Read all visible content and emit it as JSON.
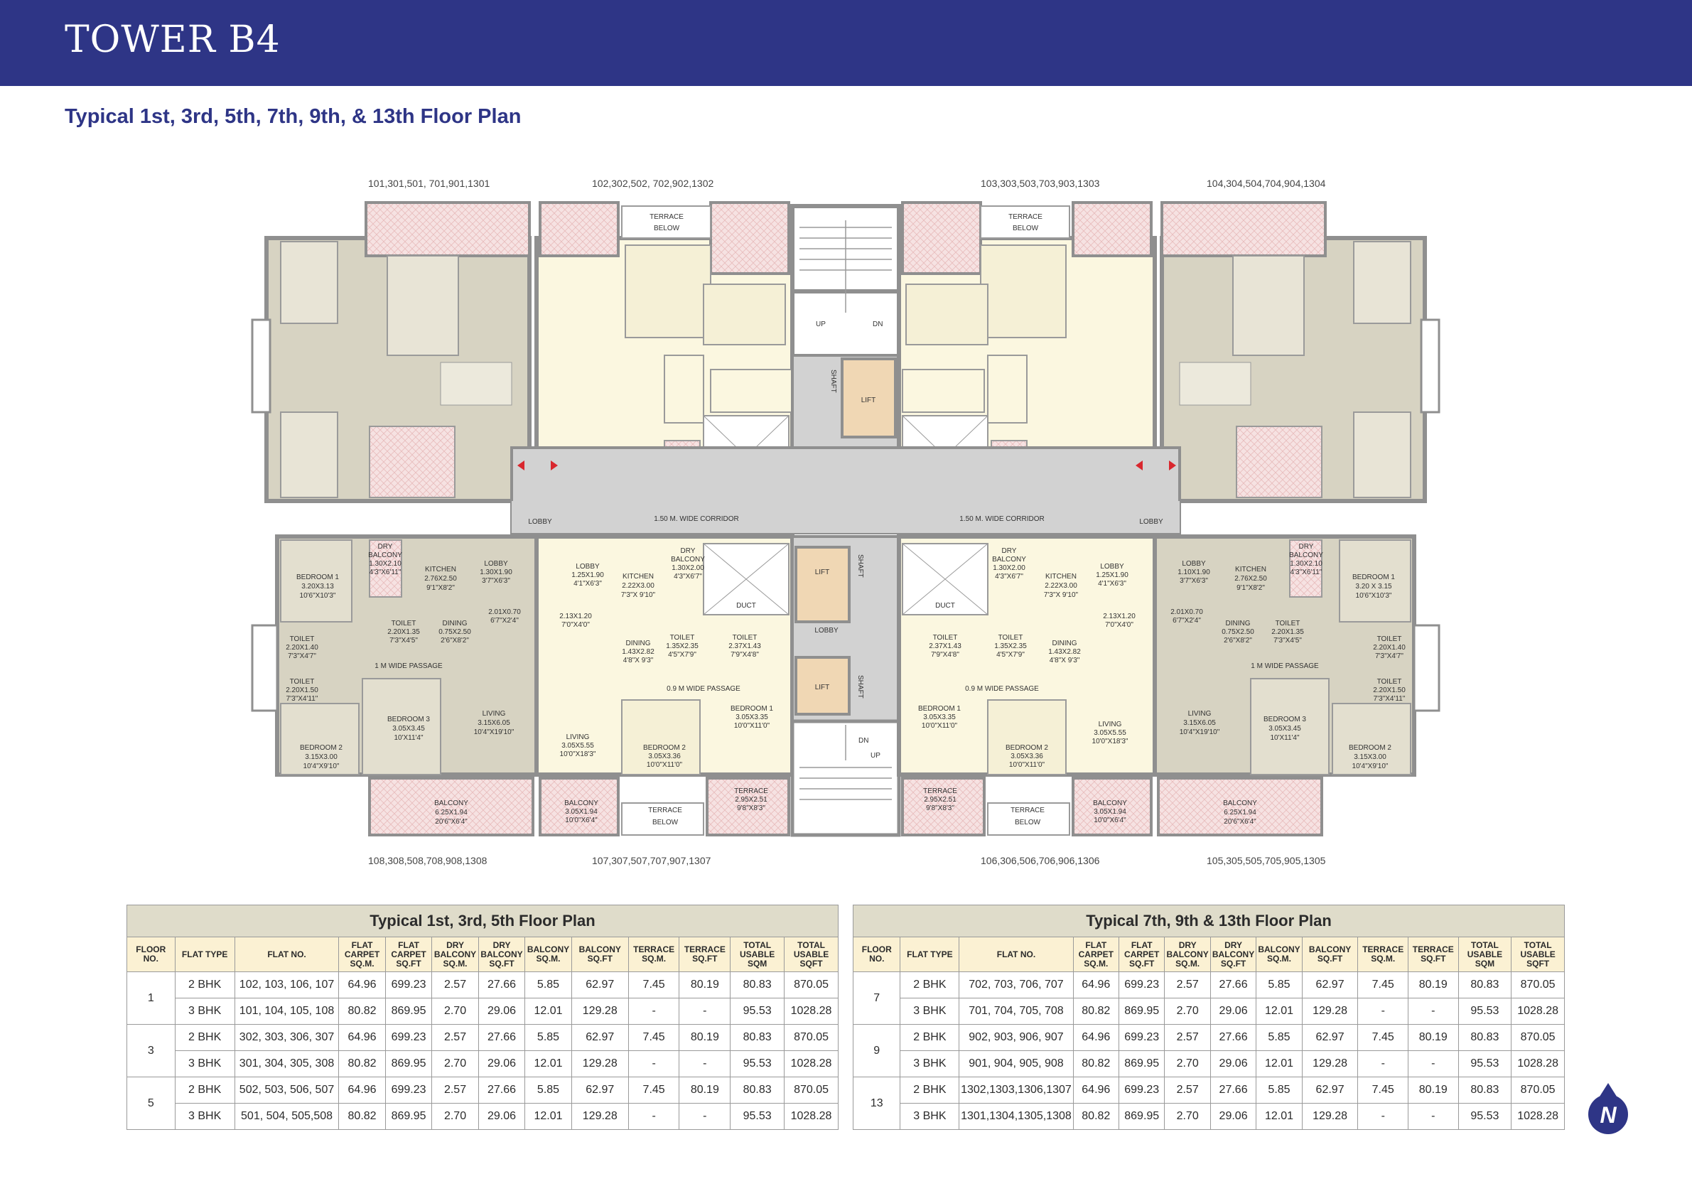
{
  "header": {
    "title": "TOWER B4"
  },
  "subtitle": "Typical 1st, 3rd, 5th, 7th, 9th, & 13th Floor Plan",
  "plan": {
    "top_flat_labels": [
      "101,301,501, 701,901,1301",
      "102,302,502, 702,902,1302",
      "103,303,503,703,903,1303",
      "104,304,504,704,904,1304"
    ],
    "bottom_flat_labels": [
      "108,308,508,708,908,1308",
      "107,307,507,707,907,1307",
      "106,306,506,706,906,1306",
      "105,305,505,705,905,1305"
    ],
    "labels": {
      "terrace_below": "TERRACE BELOW",
      "up": "UP",
      "dn": "DN",
      "lift": "LIFT",
      "shaft": "SHAFT",
      "lobby": "LOBBY",
      "duct": "DUCT",
      "corridor": "1.50 M. WIDE CORRIDOR",
      "passage_1m": "1 M WIDE PASSAGE",
      "passage_09m": "0.9 M WIDE PASSAGE",
      "dry_balcony_l": "DRY BALCONY 1.30X2.10 4'3\"X6'11\"",
      "dry_balcony_c": "DRY BALCONY 1.30X2.00 4'3\"X6'7\"",
      "kitchen_l": "KITCHEN 2.76X2.50 9'1\"X8'2\"",
      "kitchen_c": "KITCHEN 2.22X3.00 7'3\"X 9'10\"",
      "lobby_l": "LOBBY 1.10X1.90 3'7\"X6'3\"",
      "lobby_c": "LOBBY 1.25X1.90 4'1\"X6'3\"",
      "bedroom1_l": "BEDROOM 1 3.20X3.13 10'6\"X10'3\"",
      "bedroom1_r": "BEDROOM 1 3.20 X 3.15 10'6\"X10'3\"",
      "bedroom1_c": "BEDROOM 1 3.05X3.35 10'0\"X11'0\"",
      "bedroom2_l": "BEDROOM 2 3.15X3.00 10'4\"X9'10\"",
      "bedroom2_c": "BEDROOM 2 3.05X3.36 10'0\"X11'0\"",
      "bedroom3": "BEDROOM 3 3.05X3.45 10'X11'4\"",
      "toilet_a": "TOILET 2.20X1.35 7'3\"X4'5\"",
      "toilet_b": "TOILET 2.20X1.40 7'3\"X4'7\"",
      "toilet_c": "TOILET 2.20X1.50 7'3\"X4'11\"",
      "toilet_d": "TOILET 1.35X2.35 4'5\"X7'9\"",
      "toilet_e": "TOILET 2.37X1.43 7'9\"X4'8\"",
      "dining_l": "DINING 0.75X2.50 2'6\"X8'2\"",
      "dining_c": "DINING 1.43X2.82 4'8\"X 9'3\"",
      "living_l": "LIVING 3.15X6.05 10'4\"X19'10\"",
      "living_c": "LIVING 3.05X5.55 10'0\"X18'3\"",
      "balcony_l": "BALCONY 6.25X1.94 20'6\"X6'4\"",
      "balcony_c": "BALCONY 3.05X1.94 10'0\"X6'4\"",
      "terrace": "TERRACE 2.95X2.51 9'8\"X8'3\"",
      "misc_a": "2.01X0.70 6'7\"X2'4\"",
      "misc_b": "2.13X1.20 7'0\"X4'0\""
    }
  },
  "table_headers": [
    "FLOOR NO.",
    "FLAT TYPE",
    "FLAT NO.",
    "FLAT CARPET SQ.M.",
    "FLAT CARPET SQ.FT",
    "DRY BALCONY SQ.M.",
    "DRY BALCONY SQ.FT",
    "BALCONY SQ.M.",
    "BALCONY SQ.FT",
    "TERRACE SQ.M.",
    "TERRACE SQ.FT",
    "TOTAL USABLE SQM",
    "TOTAL USABLE SQFT"
  ],
  "table1": {
    "caption": "Typical 1st, 3rd, 5th  Floor Plan",
    "groups": [
      {
        "floor": "1",
        "rows": [
          [
            "2 BHK",
            "102, 103, 106, 107",
            "64.96",
            "699.23",
            "2.57",
            "27.66",
            "5.85",
            "62.97",
            "7.45",
            "80.19",
            "80.83",
            "870.05"
          ],
          [
            "3 BHK",
            "101, 104, 105, 108",
            "80.82",
            "869.95",
            "2.70",
            "29.06",
            "12.01",
            "129.28",
            "-",
            "-",
            "95.53",
            "1028.28"
          ]
        ]
      },
      {
        "floor": "3",
        "rows": [
          [
            "2 BHK",
            "302, 303, 306, 307",
            "64.96",
            "699.23",
            "2.57",
            "27.66",
            "5.85",
            "62.97",
            "7.45",
            "80.19",
            "80.83",
            "870.05"
          ],
          [
            "3 BHK",
            "301, 304, 305, 308",
            "80.82",
            "869.95",
            "2.70",
            "29.06",
            "12.01",
            "129.28",
            "-",
            "-",
            "95.53",
            "1028.28"
          ]
        ]
      },
      {
        "floor": "5",
        "rows": [
          [
            "2 BHK",
            "502, 503, 506, 507",
            "64.96",
            "699.23",
            "2.57",
            "27.66",
            "5.85",
            "62.97",
            "7.45",
            "80.19",
            "80.83",
            "870.05"
          ],
          [
            "3 BHK",
            "501, 504, 505,508",
            "80.82",
            "869.95",
            "2.70",
            "29.06",
            "12.01",
            "129.28",
            "-",
            "-",
            "95.53",
            "1028.28"
          ]
        ]
      }
    ]
  },
  "table2": {
    "caption": "Typical 7th, 9th & 13th Floor Plan",
    "groups": [
      {
        "floor": "7",
        "rows": [
          [
            "2 BHK",
            "702, 703, 706, 707",
            "64.96",
            "699.23",
            "2.57",
            "27.66",
            "5.85",
            "62.97",
            "7.45",
            "80.19",
            "80.83",
            "870.05"
          ],
          [
            "3 BHK",
            "701, 704, 705, 708",
            "80.82",
            "869.95",
            "2.70",
            "29.06",
            "12.01",
            "129.28",
            "-",
            "-",
            "95.53",
            "1028.28"
          ]
        ]
      },
      {
        "floor": "9",
        "rows": [
          [
            "2 BHK",
            "902, 903, 906, 907",
            "64.96",
            "699.23",
            "2.57",
            "27.66",
            "5.85",
            "62.97",
            "7.45",
            "80.19",
            "80.83",
            "870.05"
          ],
          [
            "3 BHK",
            "901, 904, 905, 908",
            "80.82",
            "869.95",
            "2.70",
            "29.06",
            "12.01",
            "129.28",
            "-",
            "-",
            "95.53",
            "1028.28"
          ]
        ]
      },
      {
        "floor": "13",
        "rows": [
          [
            "2 BHK",
            "1302,1303,1306,1307",
            "64.96",
            "699.23",
            "2.57",
            "27.66",
            "5.85",
            "62.97",
            "7.45",
            "80.19",
            "80.83",
            "870.05"
          ],
          [
            "3 BHK",
            "1301,1304,1305,1308",
            "80.82",
            "869.95",
            "2.70",
            "29.06",
            "12.01",
            "129.28",
            "-",
            "-",
            "95.53",
            "1028.28"
          ]
        ]
      }
    ]
  },
  "colors": {
    "header": "#2e3586",
    "wall": "#8f8f8f",
    "flat3bhk": "#d7d3c2",
    "flat2bhk": "#fbf7e0",
    "balcony": "#f4dede",
    "lift": "#f0d7b4",
    "core": "#d2d2d2"
  },
  "logo_icon": "n-compass-logo-icon"
}
